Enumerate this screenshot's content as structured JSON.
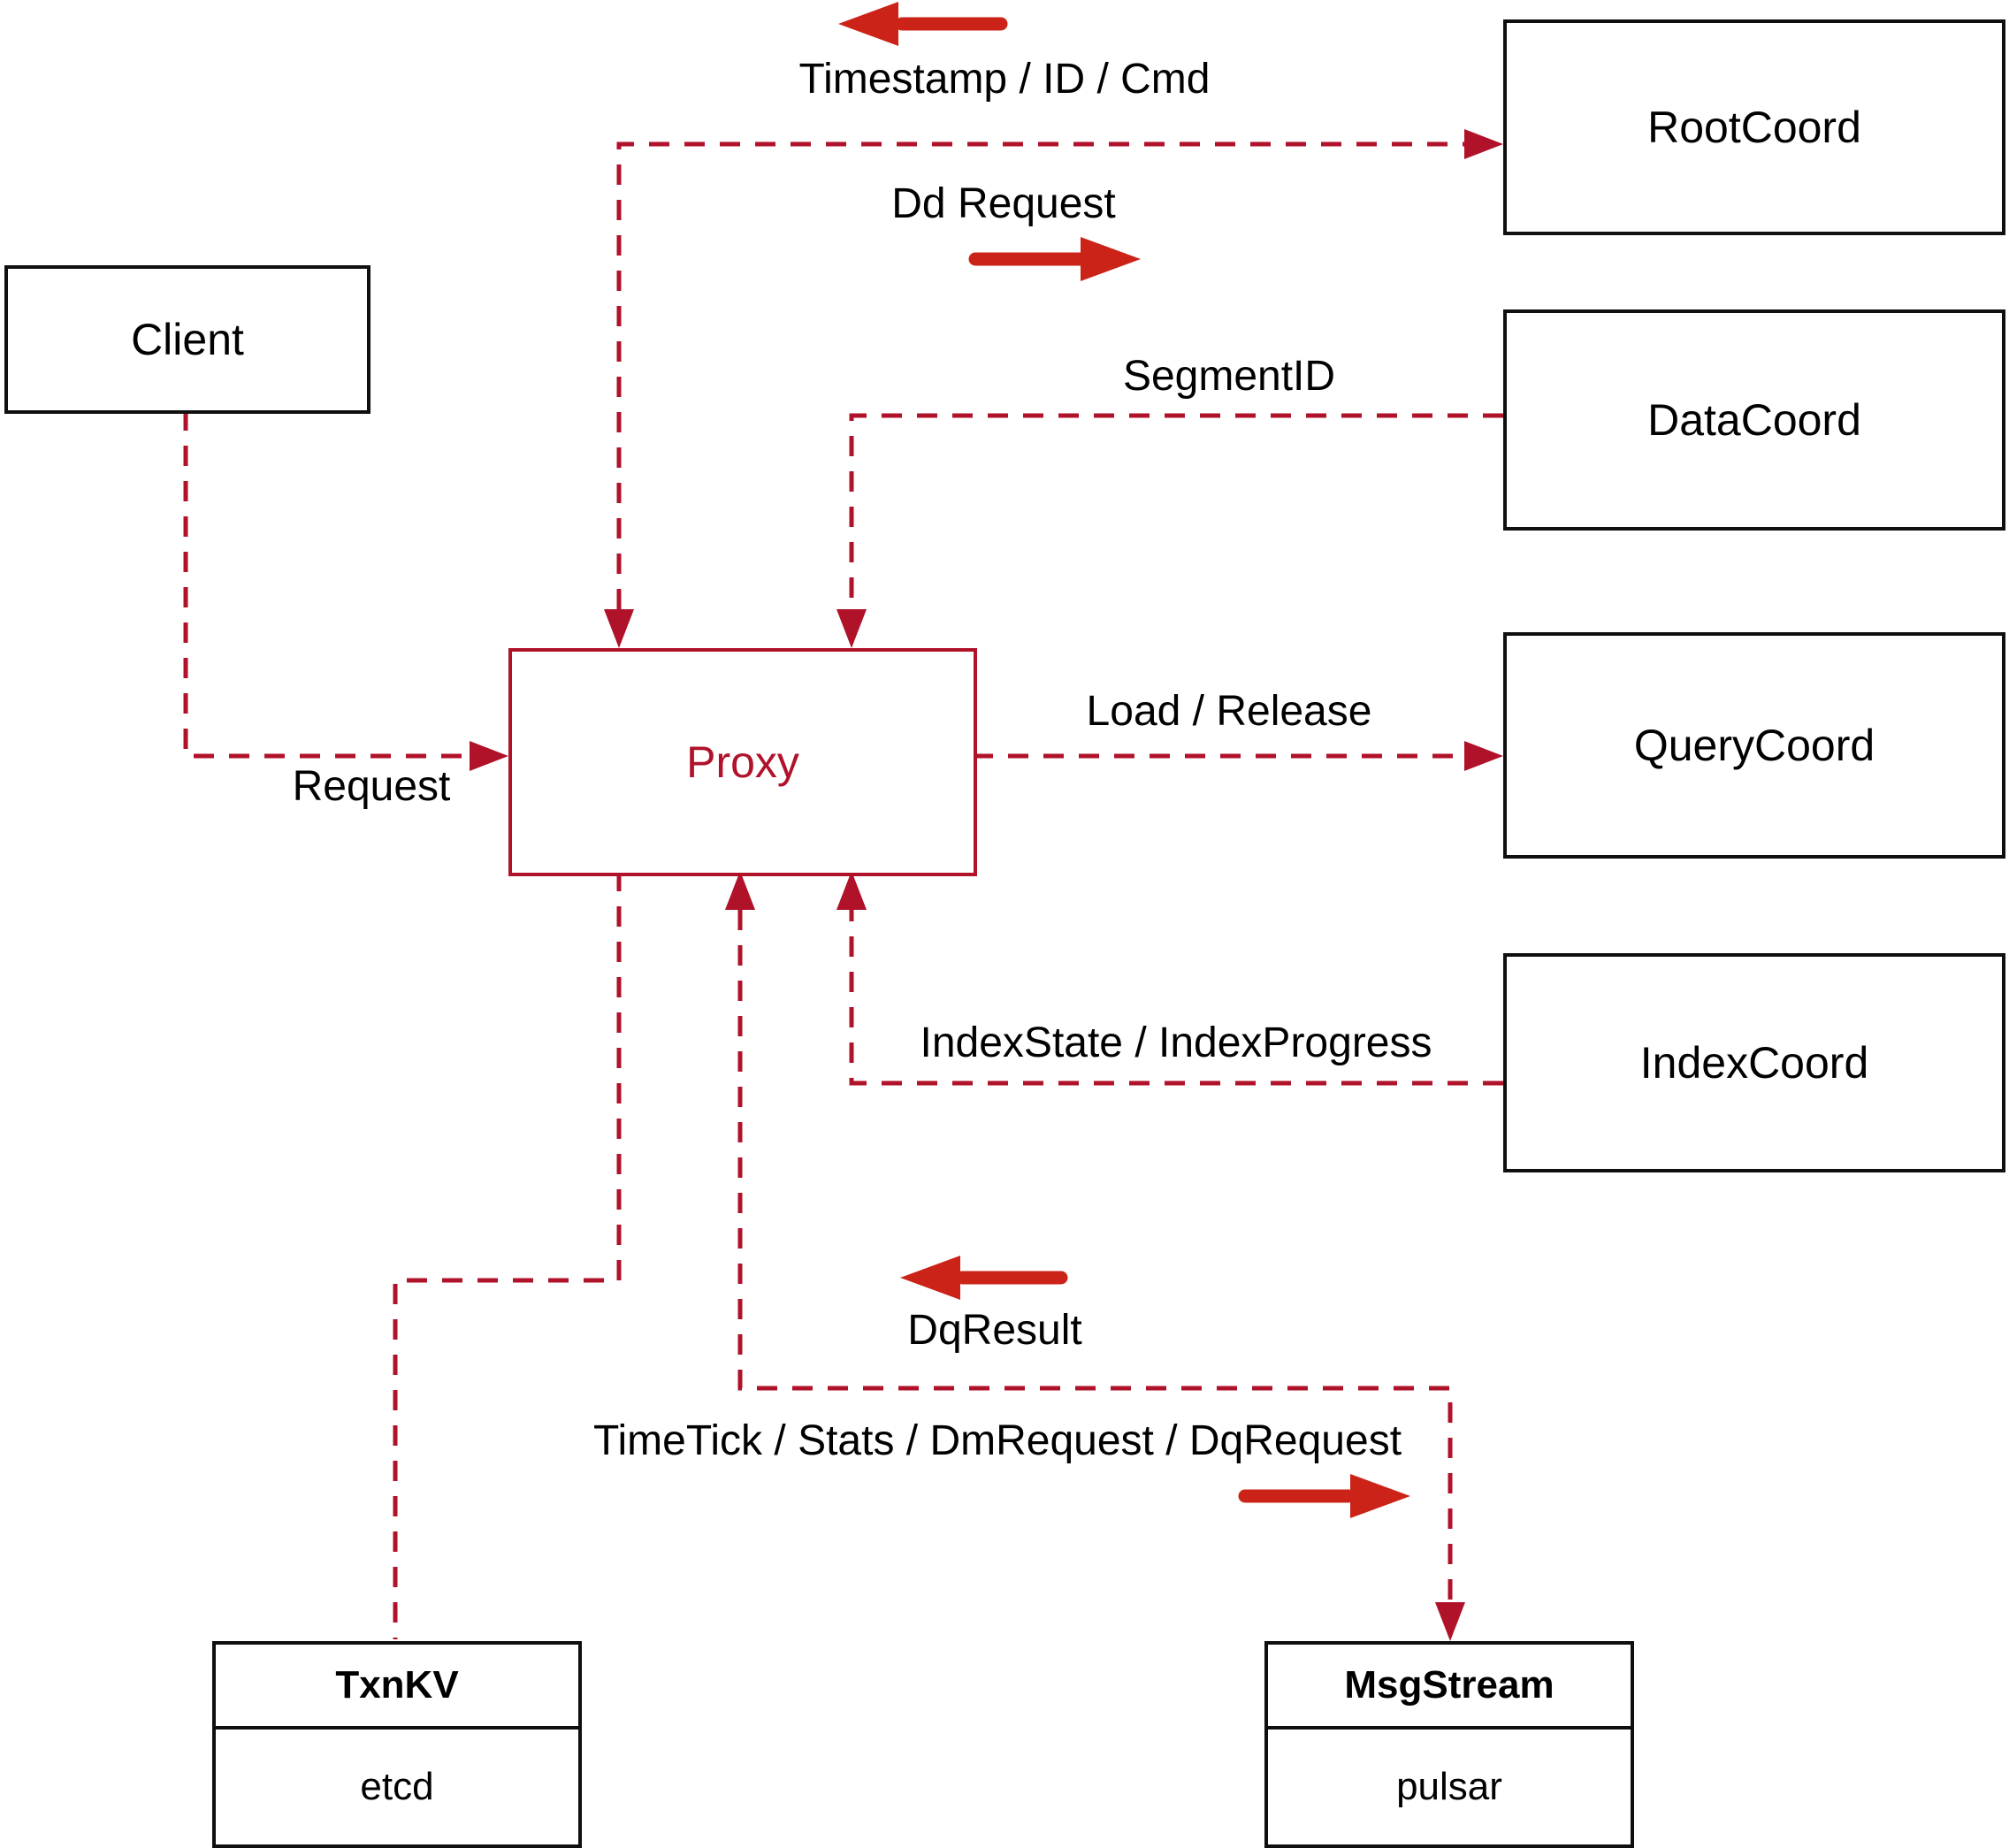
{
  "diagram": {
    "colors": {
      "dashed_line": "#b0122a",
      "solid_arrow": "#cb2318",
      "node_border": "#0f0f0f",
      "proxy_accent": "#b0122a",
      "label_text": "#000000",
      "background": "#ffffff"
    },
    "nodes": {
      "client": {
        "label": "Client"
      },
      "proxy": {
        "label": "Proxy"
      },
      "root_coord": {
        "label": "RootCoord"
      },
      "data_coord": {
        "label": "DataCoord"
      },
      "query_coord": {
        "label": "QueryCoord"
      },
      "index_coord": {
        "label": "IndexCoord"
      },
      "txn_kv": {
        "title": "TxnKV",
        "impl": "etcd"
      },
      "msg_stream": {
        "title": "MsgStream",
        "impl": "pulsar"
      }
    },
    "edge_labels": {
      "timestamp_id_cmd": "Timestamp / ID / Cmd",
      "dd_request": "Dd Request",
      "segment_id": "SegmentID",
      "load_release": "Load / Release",
      "index_state_progress": "IndexState / IndexProgress",
      "request": "Request",
      "dq_result": "DqResult",
      "time_tick_stats": "TimeTick / Stats / DmRequest / DqRequest"
    }
  }
}
